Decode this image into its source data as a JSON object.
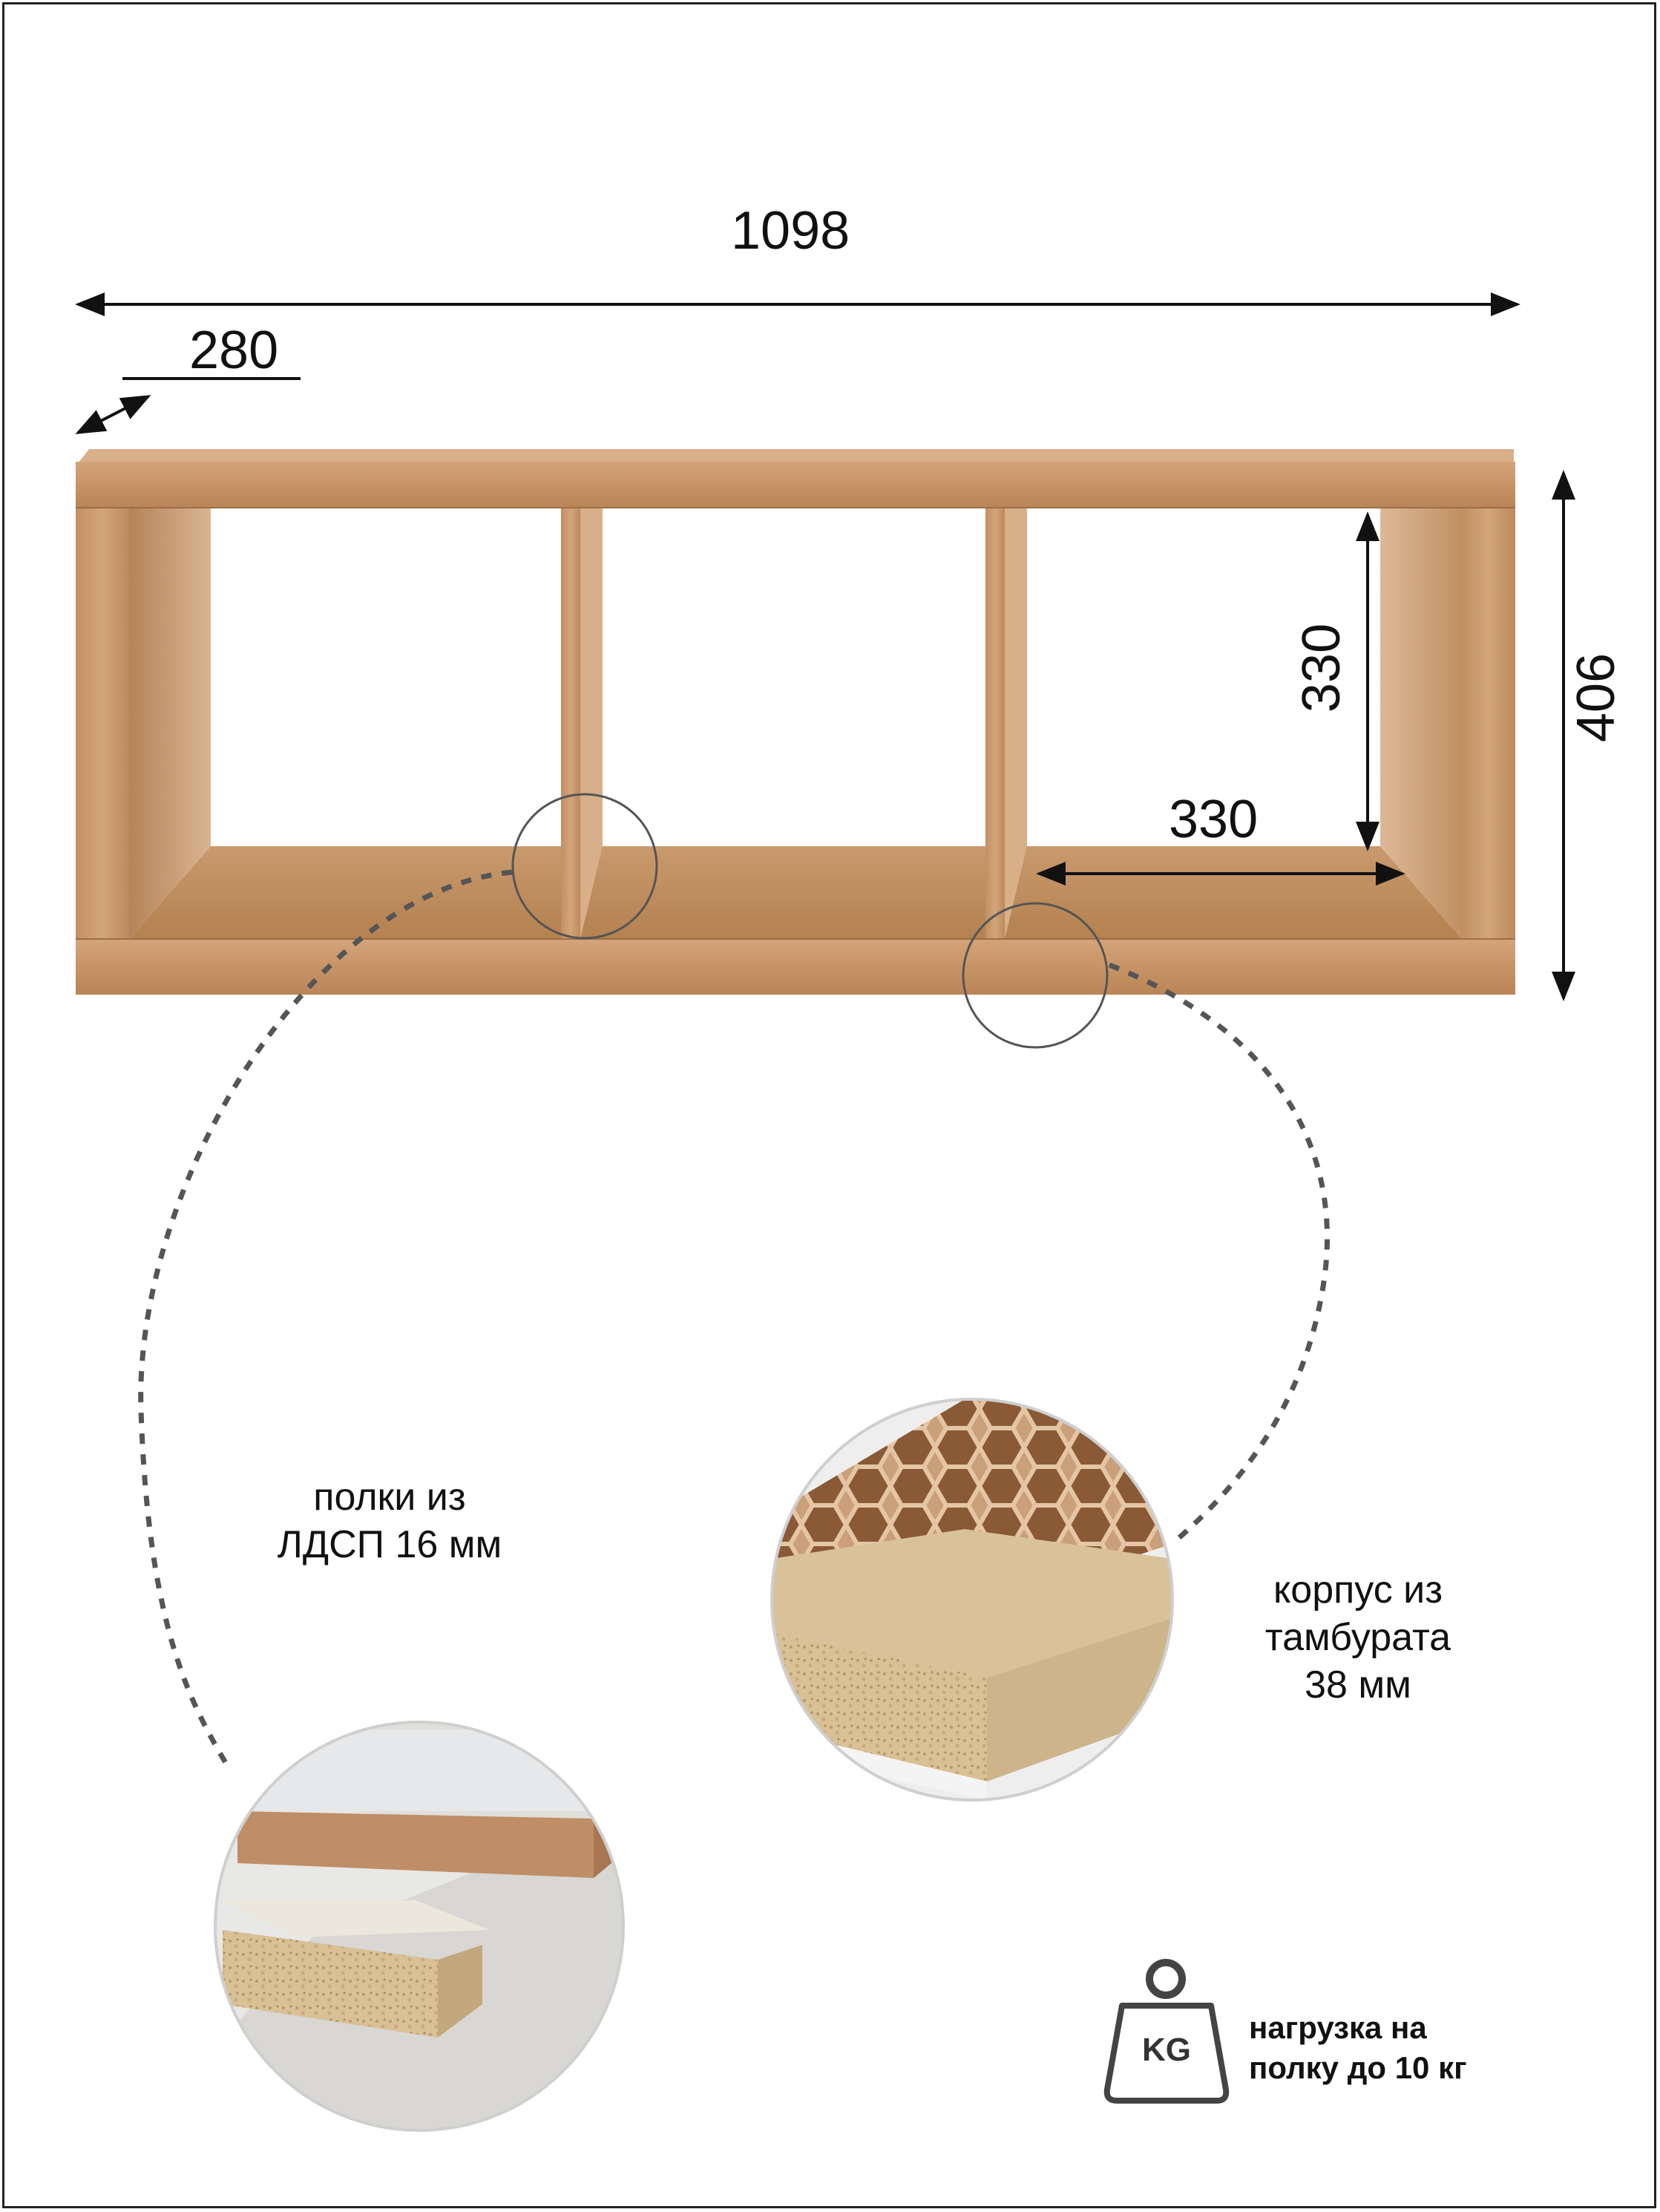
{
  "dimensions": {
    "width": "1098",
    "depth": "280",
    "height": "406",
    "cell_height": "330",
    "cell_width": "330"
  },
  "callouts": {
    "shelves": [
      "полки из",
      "ЛДСП 16 мм"
    ],
    "body": [
      "корпус из",
      "тамбурата",
      "38 мм"
    ],
    "load_icon": "KG",
    "load": [
      "нагрузка на",
      "полку до 10 кг"
    ]
  },
  "colors": {
    "wood": "#c9966a",
    "wood_dark": "#b07c52",
    "wood_light": "#dab08a",
    "line": "#111111",
    "dashed": "#555555"
  },
  "icons": [
    "weight-kg-icon",
    "dimension-arrow-icon",
    "magnifier-circle-icon"
  ]
}
